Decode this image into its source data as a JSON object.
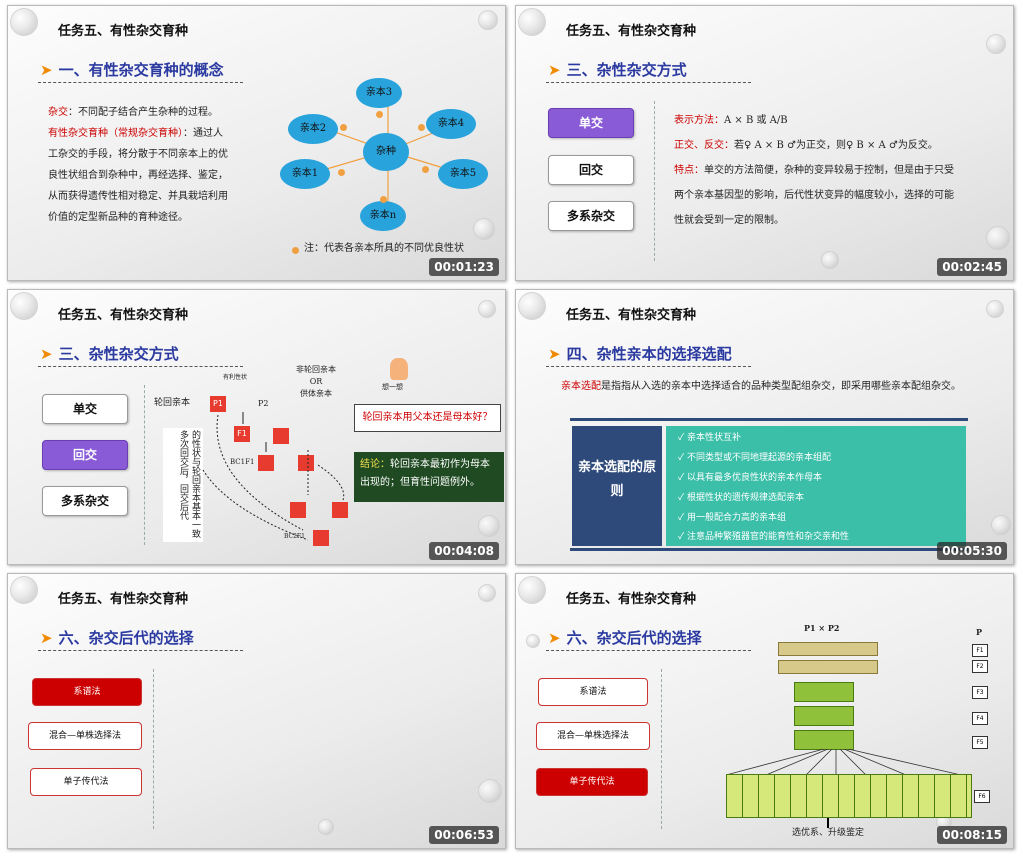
{
  "header": "任务五、有性杂交育种",
  "slides": [
    {
      "section": "一、有性杂交育种的概念",
      "body": {
        "t1_red": "杂交",
        "t1": "：不同配子结合产生杂种的过程。",
        "t2_red": "有性杂交育种（常规杂交育种）",
        "t2": "：通过人",
        "t3": "工杂交的手段，将分散于不同亲本上的优",
        "t4": "良性状组合到杂种中，再经选择、鉴定，",
        "t5": "从而获得遗传性相对稳定、并具栽培利用",
        "t6": "价值的定型新品种的育种途径。"
      },
      "nodes": {
        "center": "杂种",
        "n1": "亲本1",
        "n2": "亲本2",
        "n3": "亲本3",
        "n4": "亲本4",
        "n5": "亲本5",
        "nn": "亲本n"
      },
      "note": "注：代表各亲本所具的不同优良性状",
      "time": "00:01:23"
    },
    {
      "section": "三、杂性杂交方式",
      "buttons": [
        "单交",
        "回交",
        "多系杂交"
      ],
      "lines": {
        "l1_red": "表示方法：",
        "l1": "A × B 或 A/B",
        "l2_red": "正交、反交：",
        "l2": "若♀ A × B ♂为正交，则♀ B × A ♂为反交。",
        "l3_red": "特点：",
        "l3": "单交的方法简便，杂种的变异较易于控制，但是由于只受",
        "l4": "两个亲本基因型的影响，后代性状变异的幅度较小，选择的可能",
        "l5": "性就会受到一定的限制。"
      },
      "time": "00:02:45"
    },
    {
      "section": "三、杂性杂交方式",
      "buttons": [
        "单交",
        "回交",
        "多系杂交"
      ],
      "diagram": {
        "lun": "轮回亲本",
        "youbiao": "有利性状",
        "fei": "非轮回亲本",
        "or": "OR",
        "gongti": "供体亲本",
        "xiang": "想一想",
        "question": "轮回亲本用父本还是母本好？",
        "vtext": "的性状与轮回亲本基本一致 多次回交后，回交后代",
        "p1": "P1",
        "p2": "P2",
        "f1": "F1",
        "bc": "BC1F1",
        "bc2": "BC2F1",
        "conc_label": "结论：",
        "conc": "轮回亲本最初作为母本出现的；但育性问题例外。"
      },
      "time": "00:04:08"
    },
    {
      "section": "四、杂性亲本的选择选配",
      "intro_red": "亲本选配",
      "intro": "是指指从入选的亲本中选择适合的品种类型配组杂交，即采用哪些亲本配组杂交。",
      "leftbox": "亲本选配的原则",
      "principles": [
        "亲本性状互补",
        "不同类型或不同地理起源的亲本组配",
        "以具有最多优良性状的亲本作母本",
        "根据性状的遗传规律选配亲本",
        "用一般配合力高的亲本组",
        "注意品种繁殖器官的能育性和杂交亲和性"
      ],
      "time": "00:05:30"
    },
    {
      "section": "六、杂交后代的选择",
      "methods": [
        "系谱法",
        "混合—单株选择法",
        "单子传代法"
      ],
      "time": "00:06:53"
    },
    {
      "section": "六、杂交后代的选择",
      "methods": [
        "系谱法",
        "混合—单株选择法",
        "单子传代法"
      ],
      "top": {
        "p1": "P1",
        "x": "×",
        "p2": "P2",
        "p": "P"
      },
      "gens": [
        "F1",
        "F2",
        "F3",
        "F4",
        "F5",
        "F6"
      ],
      "bottom": "选优系、升级鉴定",
      "time": "00:08:15"
    }
  ],
  "colors": {
    "section": "#2b3aa0",
    "accent": "#f08a00",
    "teal": "#3bbfa8",
    "navy": "#2e4a7a",
    "red": "#c00000"
  }
}
